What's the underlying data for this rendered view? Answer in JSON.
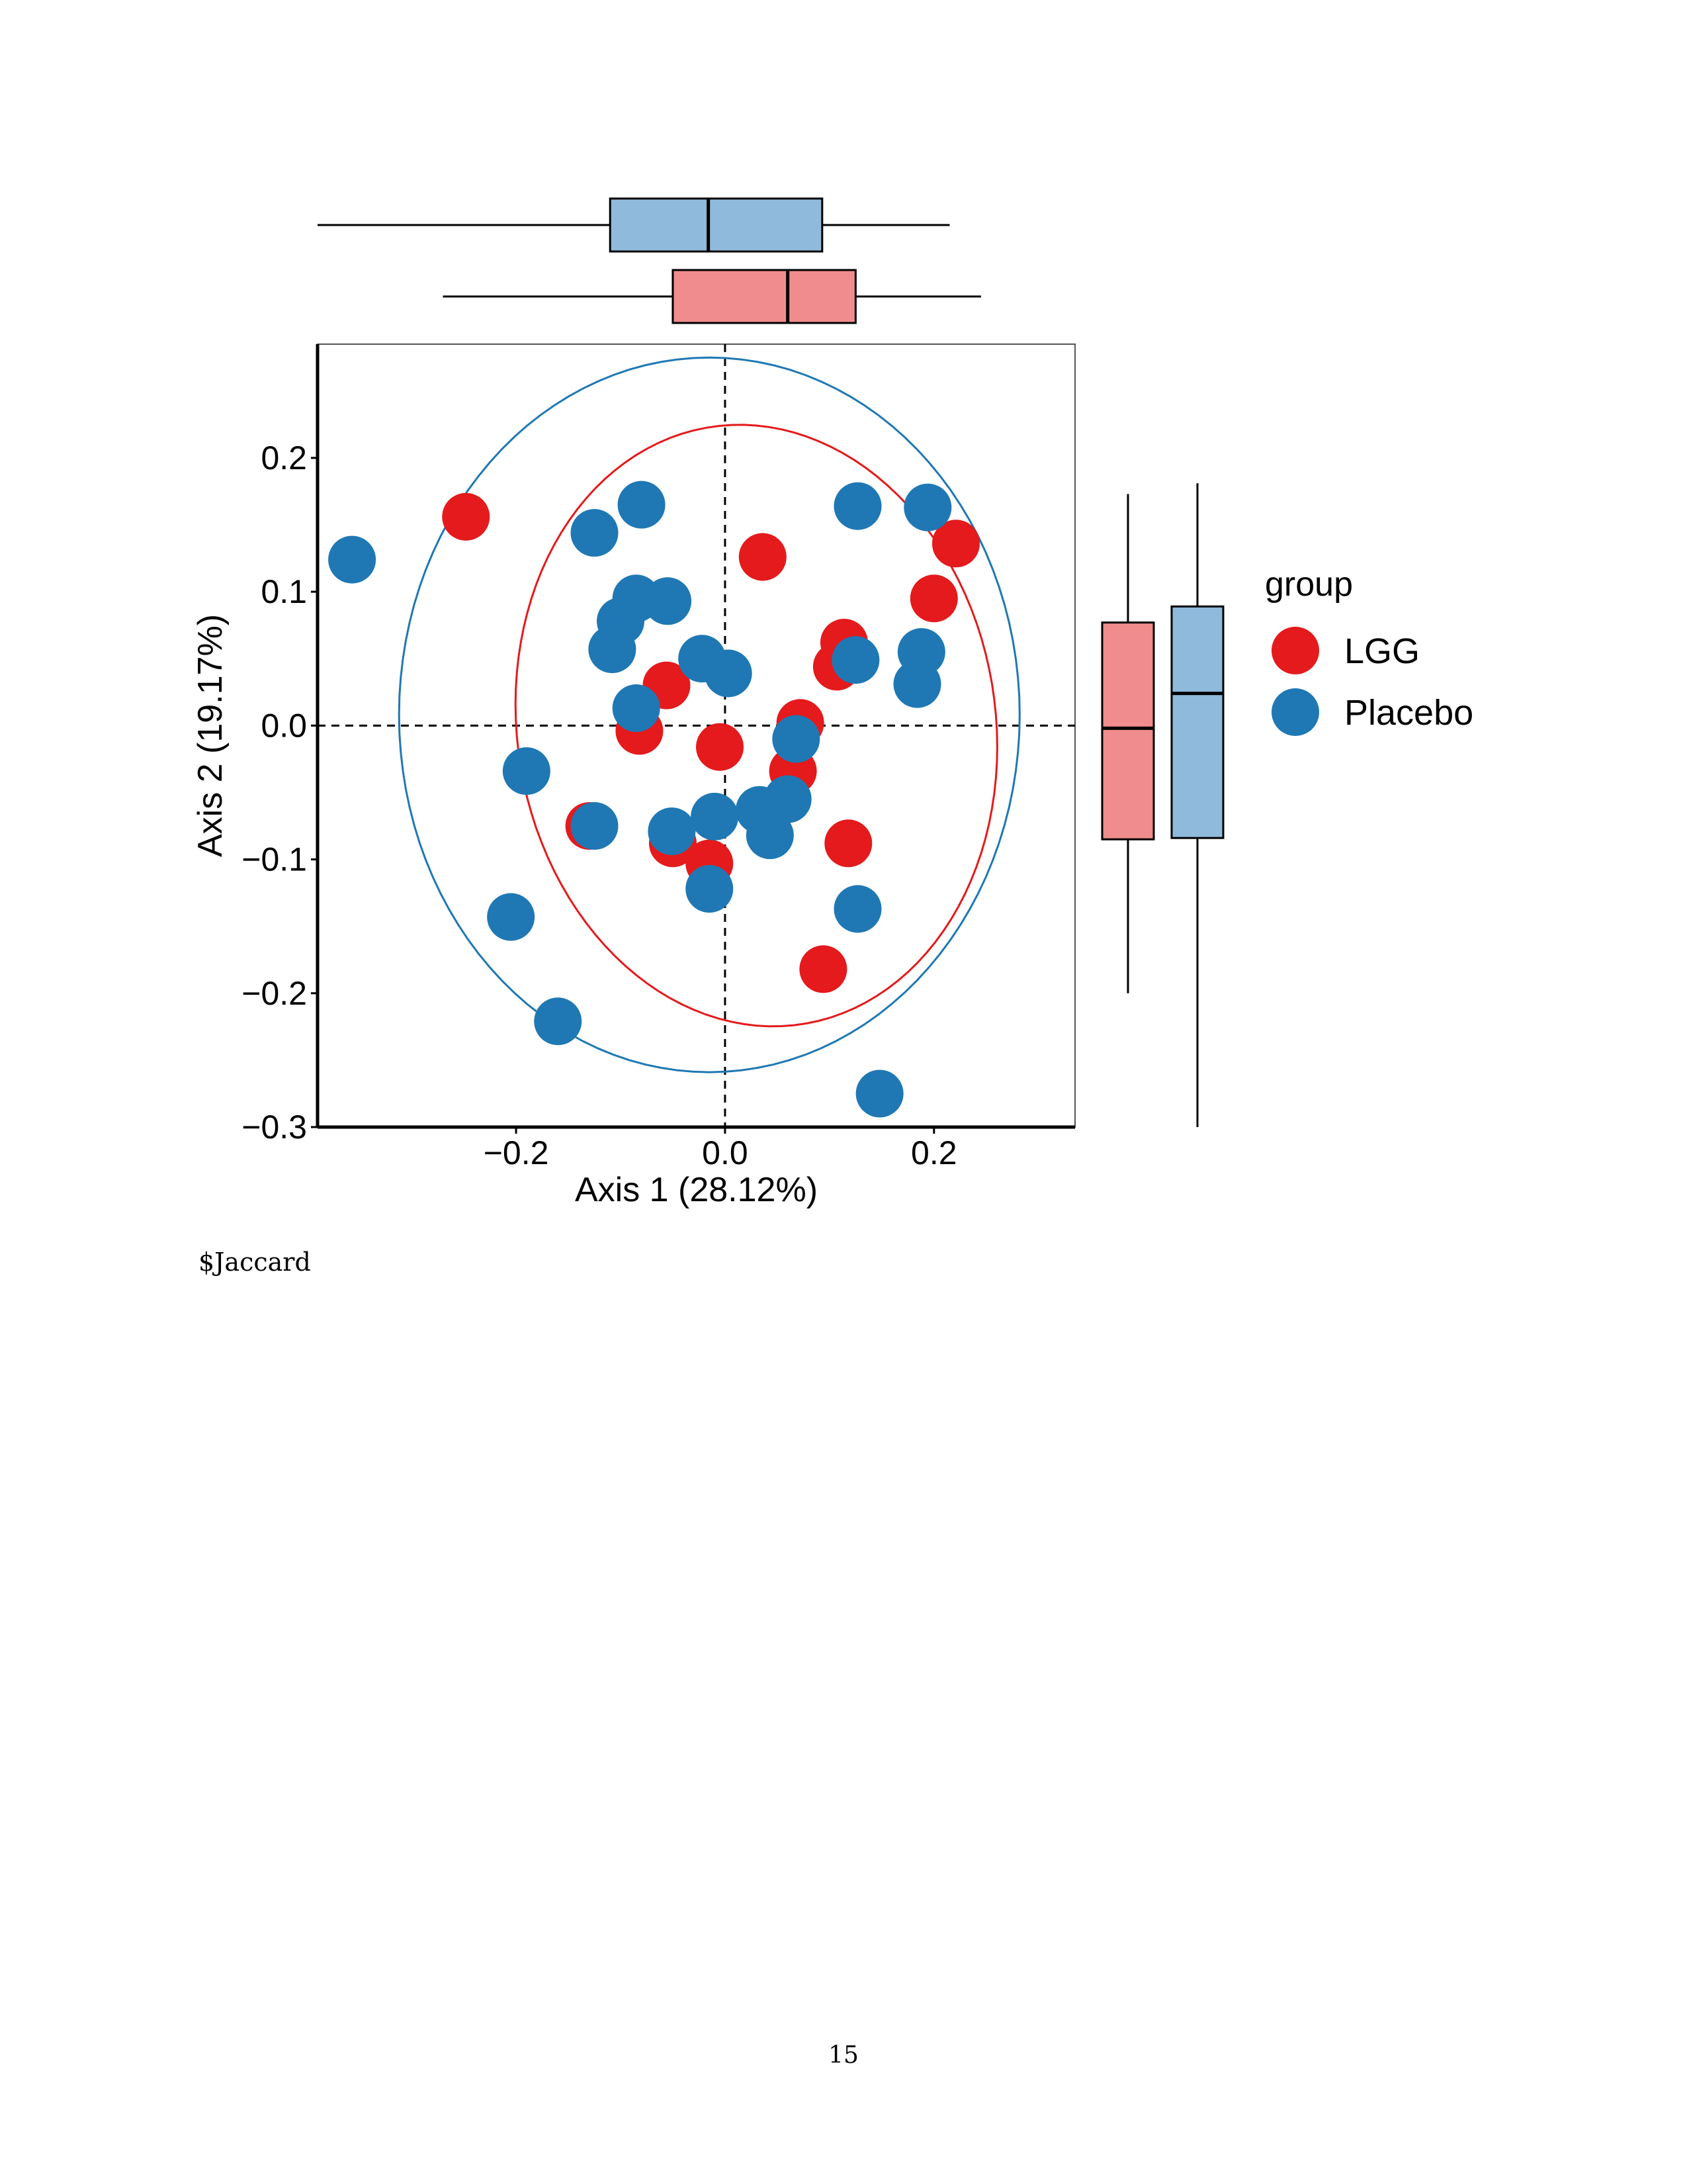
{
  "chart_data": {
    "type": "scatter",
    "xlabel": "Axis 1 (28.12%)",
    "ylabel": "Axis 2 (19.17%)",
    "xlim": [
      -0.39,
      0.335
    ],
    "ylim": [
      -0.3,
      0.285
    ],
    "x_ticks": [
      -0.2,
      0.0,
      0.2
    ],
    "y_ticks": [
      -0.3,
      -0.2,
      -0.1,
      0.0,
      0.1,
      0.2
    ],
    "x_tick_labels": [
      "−0.2",
      "0.0",
      "0.2"
    ],
    "y_tick_labels": [
      "−0.3",
      "−0.2",
      "−0.1",
      "0.0",
      "0.1",
      "0.2"
    ],
    "reference_lines": {
      "x": 0,
      "y": 0,
      "style": "dashed"
    },
    "legend": {
      "title": "group",
      "position": "right"
    },
    "series": [
      {
        "name": "LGG",
        "color": "#E41A1C",
        "points": [
          [
            -0.248,
            0.156
          ],
          [
            0.036,
            0.126
          ],
          [
            0.221,
            0.136
          ],
          [
            0.2,
            0.095
          ],
          [
            0.114,
            0.062
          ],
          [
            0.107,
            0.044
          ],
          [
            -0.056,
            0.03
          ],
          [
            0.072,
            0.002
          ],
          [
            -0.082,
            -0.004
          ],
          [
            -0.005,
            -0.016
          ],
          [
            0.065,
            -0.034
          ],
          [
            -0.13,
            -0.075
          ],
          [
            -0.05,
            -0.088
          ],
          [
            0.118,
            -0.088
          ],
          [
            -0.015,
            -0.103
          ],
          [
            0.094,
            -0.182
          ]
        ],
        "ellipse": {
          "center": [
            0.03,
            0.0
          ],
          "rx": 0.236,
          "ry": 0.219,
          "rotation_deg": -35
        }
      },
      {
        "name": "Placebo",
        "color": "#1F78B4",
        "points": [
          [
            -0.357,
            0.124
          ],
          [
            -0.125,
            0.144
          ],
          [
            -0.08,
            0.165
          ],
          [
            0.127,
            0.164
          ],
          [
            0.194,
            0.163
          ],
          [
            -0.085,
            0.095
          ],
          [
            -0.055,
            0.093
          ],
          [
            -0.1,
            0.078
          ],
          [
            -0.108,
            0.057
          ],
          [
            -0.022,
            0.05
          ],
          [
            0.003,
            0.039
          ],
          [
            0.125,
            0.049
          ],
          [
            0.188,
            0.055
          ],
          [
            0.184,
            0.031
          ],
          [
            -0.085,
            0.013
          ],
          [
            0.068,
            -0.01
          ],
          [
            -0.19,
            -0.034
          ],
          [
            -0.125,
            -0.075
          ],
          [
            -0.01,
            -0.068
          ],
          [
            -0.051,
            -0.079
          ],
          [
            0.033,
            -0.063
          ],
          [
            0.06,
            -0.055
          ],
          [
            0.043,
            -0.082
          ],
          [
            -0.015,
            -0.122
          ],
          [
            -0.205,
            -0.143
          ],
          [
            0.127,
            -0.137
          ],
          [
            -0.16,
            -0.221
          ],
          [
            0.148,
            -0.275
          ]
        ],
        "ellipse": {
          "center": [
            -0.015,
            0.008
          ],
          "rx": 0.297,
          "ry": 0.267,
          "rotation_deg": 0
        }
      }
    ],
    "marginal_boxplots": {
      "x": [
        {
          "group": "Placebo",
          "min": -0.39,
          "q1": -0.11,
          "median": -0.016,
          "q3": 0.093,
          "max": 0.215
        },
        {
          "group": "LGG",
          "min": -0.27,
          "q1": -0.05,
          "median": 0.06,
          "q3": 0.125,
          "max": 0.245
        }
      ],
      "y": [
        {
          "group": "LGG",
          "min": -0.2,
          "q1": -0.085,
          "median": -0.002,
          "q3": 0.077,
          "max": 0.173
        },
        {
          "group": "Placebo",
          "min": -0.3,
          "q1": -0.084,
          "median": 0.024,
          "q3": 0.089,
          "max": 0.181
        }
      ],
      "fill_colors": {
        "LGG": "#F08C8D",
        "Placebo": "#8FBADB"
      }
    }
  },
  "caption": "$Jaccard",
  "page_number": "15"
}
